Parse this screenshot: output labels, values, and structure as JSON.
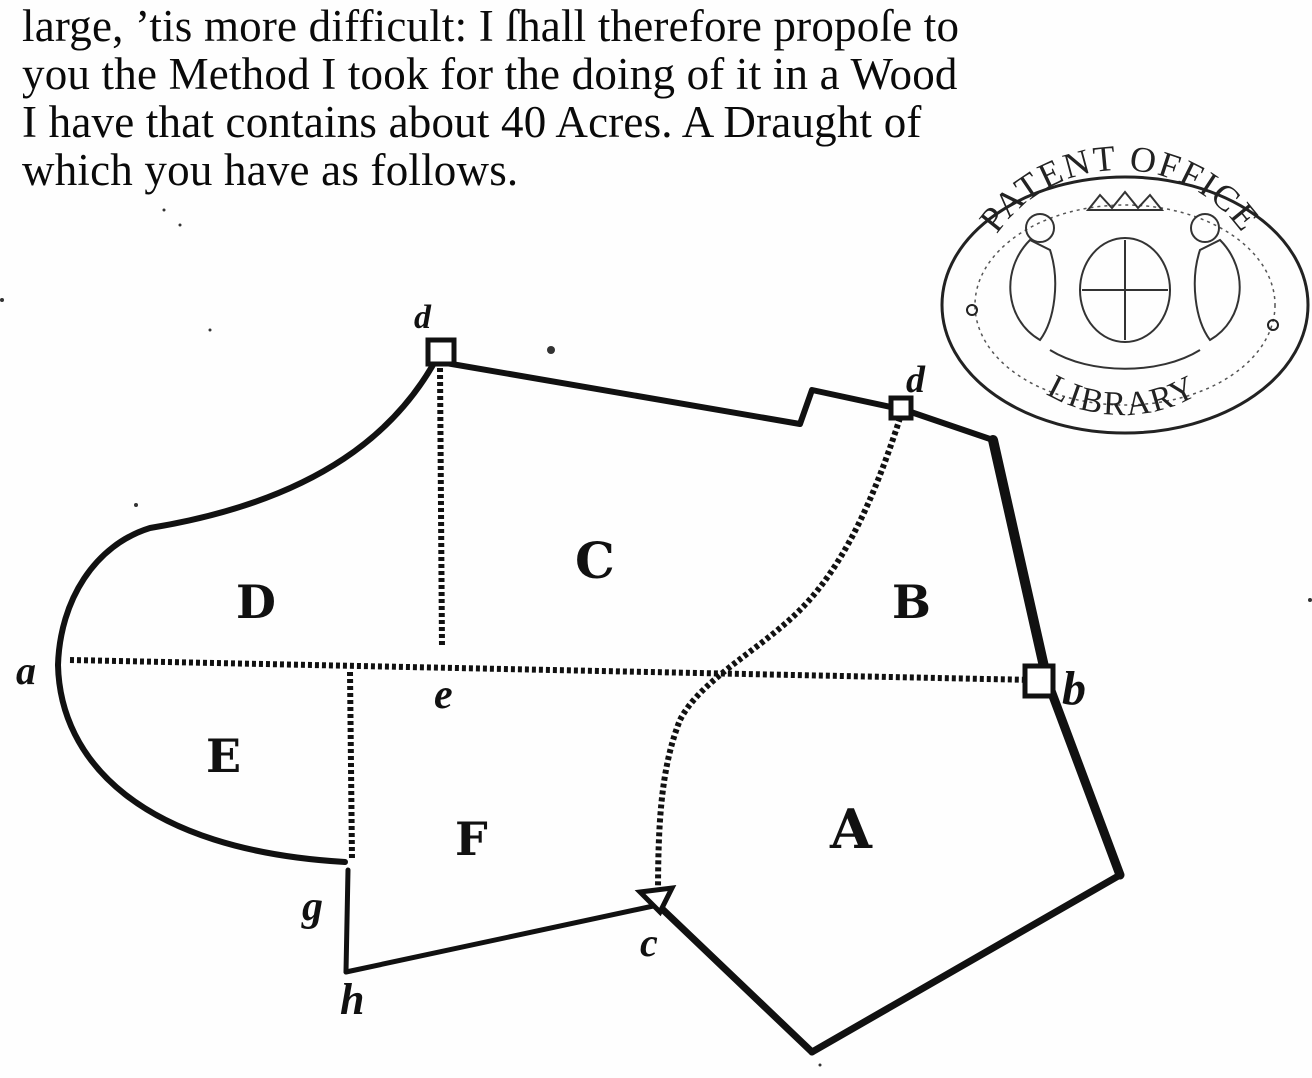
{
  "passage": {
    "lines": [
      "large, ’tis more difficult: I ſhall therefore propoſe to",
      "you the Method I took for the doing of it in a Wood",
      "I have that contains about 40 Acres.   A Draught of",
      "which you have as follows."
    ]
  },
  "diagram": {
    "regions": {
      "A": "A",
      "B": "B",
      "C": "C",
      "D": "D",
      "E": "E",
      "F": "F"
    },
    "points": {
      "a": "a",
      "b": "b",
      "c": "c",
      "d": "d",
      "e": "e",
      "g": "g",
      "h": "h"
    }
  },
  "stamp": {
    "top_text": "PATENT OFFICE",
    "bottom_text": "LIBRARY"
  }
}
